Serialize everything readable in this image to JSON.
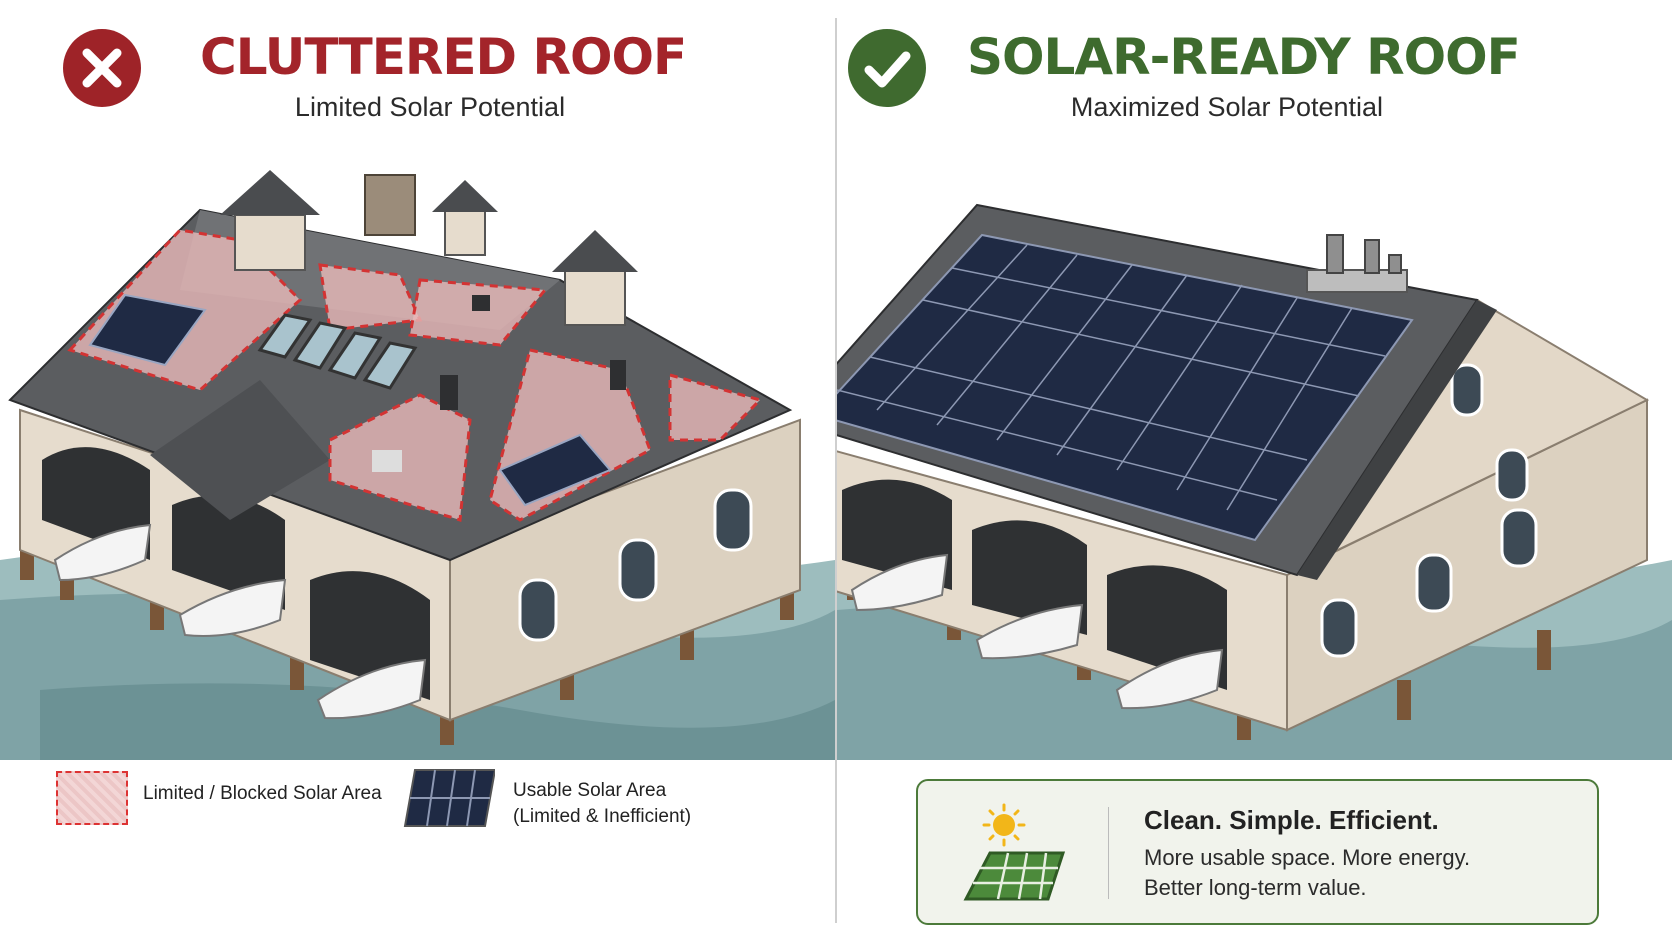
{
  "left": {
    "title": "CLUTTERED ROOF",
    "subtitle": "Limited Solar Potential",
    "title_color": "#a3242a",
    "badge_color": "#9e2328",
    "legend": [
      {
        "label": "Limited / Blocked Solar Area"
      },
      {
        "label_line1": "Usable Solar Area",
        "label_line2": "(Limited & Inefficient)"
      }
    ]
  },
  "right": {
    "title": "SOLAR-READY ROOF",
    "subtitle": "Maximized Solar Potential",
    "title_color": "#3e6b2e",
    "badge_color": "#3f6a2f",
    "info": {
      "headline": "Clean. Simple. Efficient.",
      "line1": "More usable space. More energy.",
      "line2": "Better long-term value."
    }
  },
  "colors": {
    "blocked_area": "#e8b9b9",
    "blocked_border": "#d33333",
    "solar_panel": "#1f2a44",
    "roof": "#5b5d60",
    "wall": "#e6dccd",
    "water": "#7fa3a6",
    "accent_green": "#4c7a3a"
  },
  "icons": [
    "x-icon",
    "check-icon",
    "sun-icon",
    "solar-panel-icon"
  ]
}
